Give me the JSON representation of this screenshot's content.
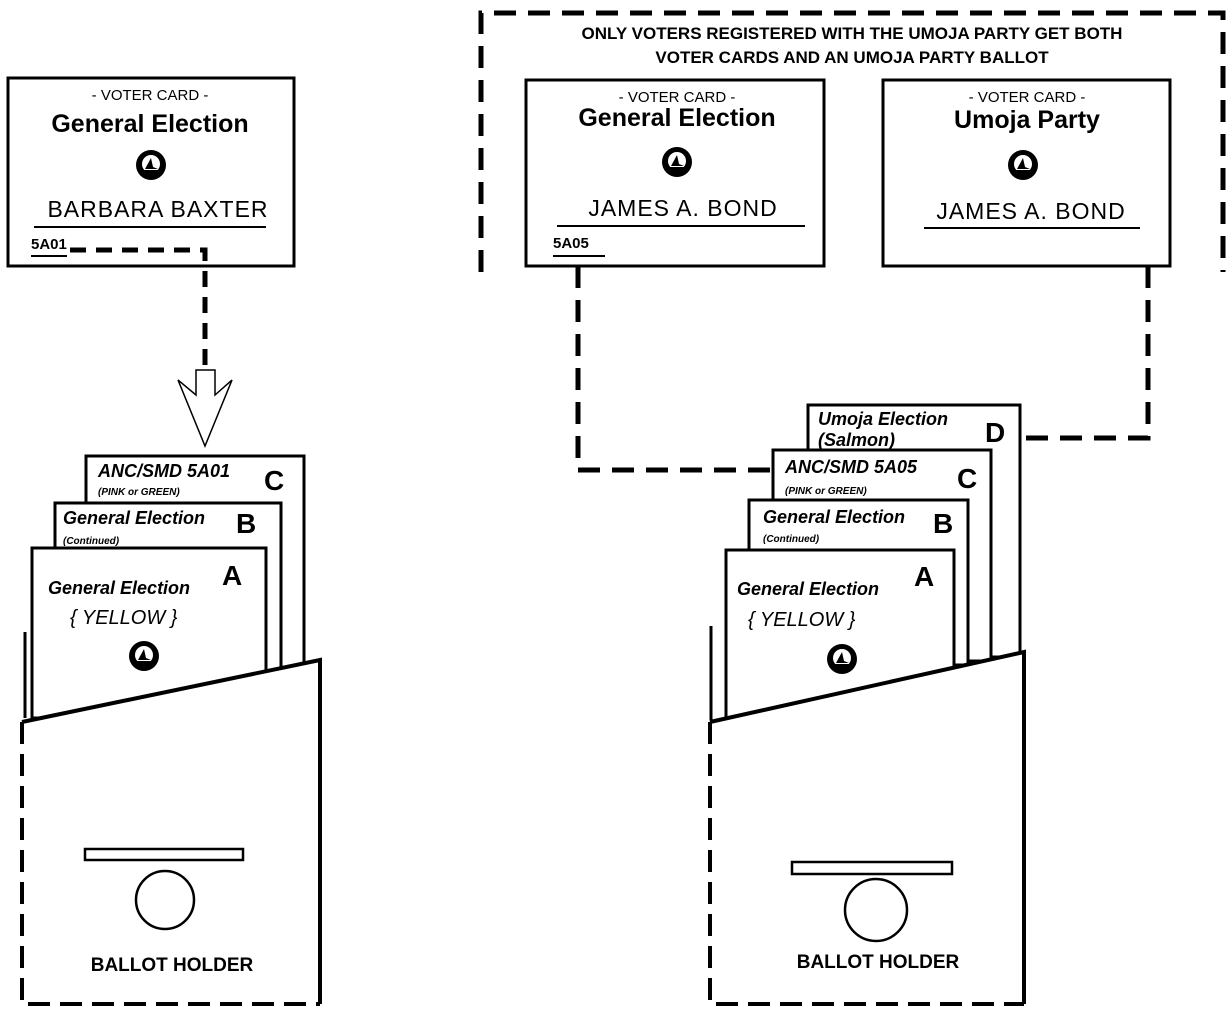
{
  "banner": {
    "line1": "ONLY VOTERS REGISTERED WITH THE UMOJA PARTY GET BOTH",
    "line2": "VOTER CARDS AND AN UMOJA PARTY BALLOT"
  },
  "left": {
    "card": {
      "header": "- VOTER CARD -",
      "title": "General Election",
      "name": "BARBARA  BAXTER",
      "code": "5A01"
    },
    "ballots": {
      "c": {
        "title": "ANC/SMD 5A01",
        "note": "(PINK or GREEN)",
        "letter": "C"
      },
      "b": {
        "title": "General Election",
        "note": "(Continued)",
        "letter": "B"
      },
      "a": {
        "title": "General Election",
        "sub": "{ YELLOW }",
        "letter": "A"
      }
    },
    "holder_label": "BALLOT HOLDER"
  },
  "right": {
    "card_general": {
      "header": "- VOTER CARD -",
      "title": "General Election",
      "name": "JAMES  A.  BOND",
      "code": "5A05"
    },
    "card_umoja": {
      "header": "- VOTER CARD -",
      "title": "Umoja Party",
      "name": "JAMES  A.  BOND"
    },
    "ballots": {
      "d": {
        "title": "Umoja  Election",
        "note": "(Salmon)",
        "letter": "D"
      },
      "c": {
        "title": "ANC/SMD 5A05",
        "note": "(PINK or GREEN)",
        "letter": "C"
      },
      "b": {
        "title": "General Election",
        "note": "(Continued)",
        "letter": "B"
      },
      "a": {
        "title": "General Election",
        "sub": "{ YELLOW }",
        "letter": "A"
      }
    },
    "holder_label": "BALLOT HOLDER"
  },
  "icons": [
    "seal-icon",
    "arrow-down-icon"
  ]
}
